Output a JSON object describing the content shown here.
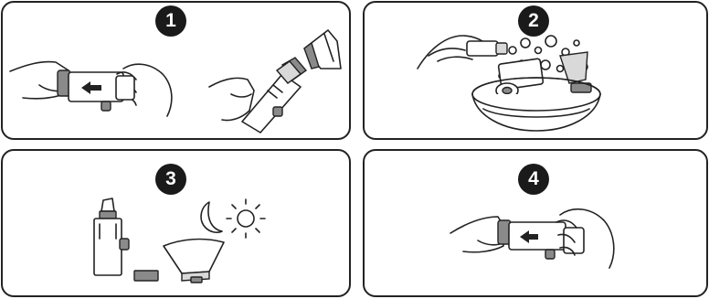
{
  "steps": [
    {
      "number": "1",
      "icons": [
        "hand-icon",
        "spacer-device-icon",
        "mask-icon"
      ]
    },
    {
      "number": "2",
      "icons": [
        "hand-icon",
        "bowl-icon",
        "bubbles-icon"
      ]
    },
    {
      "number": "3",
      "icons": [
        "spacer-device-icon",
        "moon-icon",
        "sun-icon",
        "mask-icon"
      ]
    },
    {
      "number": "4",
      "icons": [
        "hand-icon",
        "spacer-device-icon",
        "arrow-icon"
      ]
    }
  ],
  "colors": {
    "outline": "#222222",
    "badge": "#1a1a1a",
    "gray": "#8a8a8a"
  }
}
